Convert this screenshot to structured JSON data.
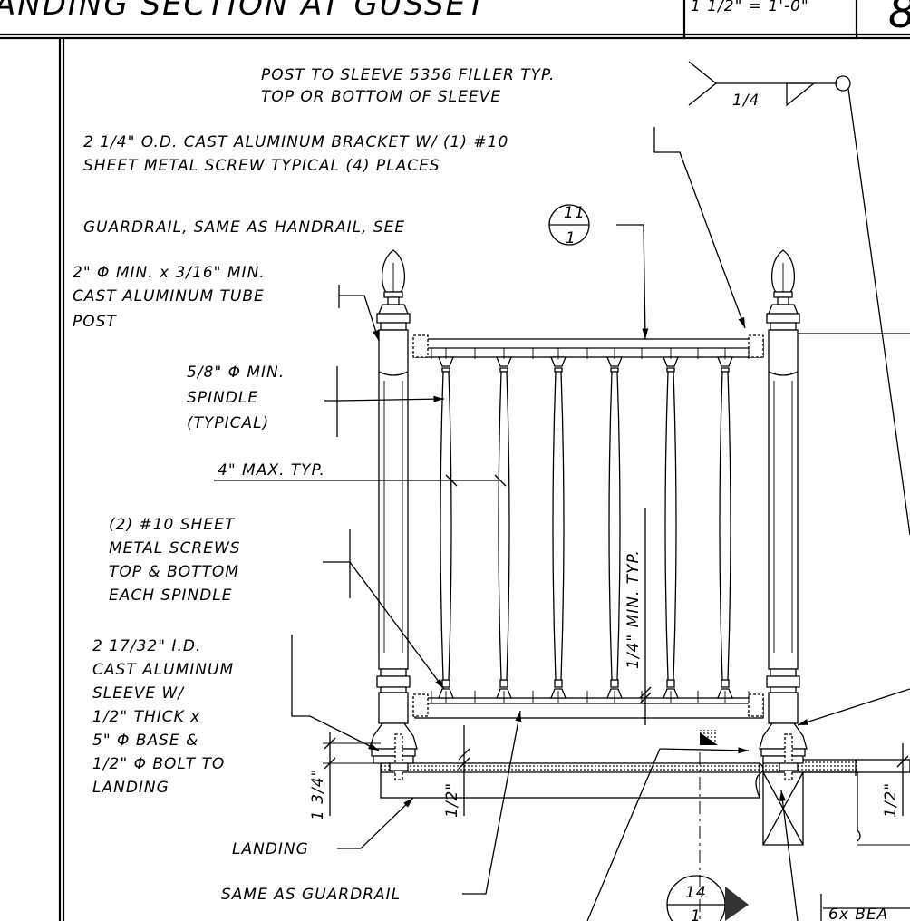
{
  "header": {
    "title": "ANDING SECTION AT GUSSET",
    "scale": "1 1/2\" = 1'-0\"",
    "sheet": "8"
  },
  "callouts": {
    "weld_line1": "POST TO SLEEVE 5356 FILLER TYP.",
    "weld_line2": "TOP OR BOTTOM OF SLEEVE",
    "weld_size": "1/4",
    "bracket_line1": "2 1/4\" O.D. CAST ALUMINUM BRACKET W/ (1) #10",
    "bracket_line2": "SHEET METAL SCREW TYPICAL (4) PLACES",
    "guardrail": "GUARDRAIL, SAME AS HANDRAIL, SEE",
    "guardrail_ref_top": "11",
    "guardrail_ref_bottom": "1",
    "post_line1": "2\" Φ MIN. x 3/16\" MIN.",
    "post_line2": "CAST ALUMINUM TUBE",
    "post_line3": "POST",
    "spindle_line1": "5/8\" Φ MIN.",
    "spindle_line2": "SPINDLE",
    "spindle_line3": "(TYPICAL)",
    "spacing": "4\" MAX. TYP.",
    "screws_line1": "(2) #10 SHEET",
    "screws_line2": "METAL SCREWS",
    "screws_line3": "TOP & BOTTOM",
    "screws_line4": "EACH SPINDLE",
    "sleeve_line1": "2 17/32\" I.D.",
    "sleeve_line2": "CAST ALUMINUM",
    "sleeve_line3": "SLEEVE W/",
    "sleeve_line4": "1/2\" THICK x",
    "sleeve_line5": "5\" Φ BASE &",
    "sleeve_line6": "1/2\" Φ BOLT TO",
    "sleeve_line7": "LANDING",
    "landing": "LANDING",
    "bottom_rail": "SAME AS GUARDRAIL",
    "beam": "6x BEA",
    "section_ref_top": "14",
    "section_ref_bottom": "1",
    "dim_1_3_4": "1 3/4\"",
    "dim_1_2": "1/2\"",
    "dim_1_2_right": "1/2\"",
    "dim_1_4_min": "1/4\" MIN. TYP."
  }
}
